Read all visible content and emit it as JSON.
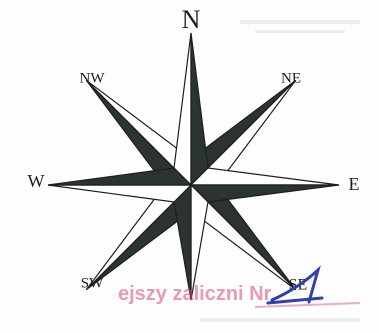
{
  "compass": {
    "labels": {
      "n": "N",
      "ne": "NE",
      "e": "E",
      "se": "SE",
      "s": "",
      "sw": "SW",
      "w": "W",
      "nw": "NW"
    },
    "colors": {
      "ink": "#1e1e1e",
      "fill_dark": "#2b3430",
      "fill_light": "#ffffff"
    }
  },
  "stamp": {
    "text": "ejszy zaliczni Nr",
    "mark": "1",
    "color": "#d84a7a",
    "mark_color": "#3040b0"
  }
}
